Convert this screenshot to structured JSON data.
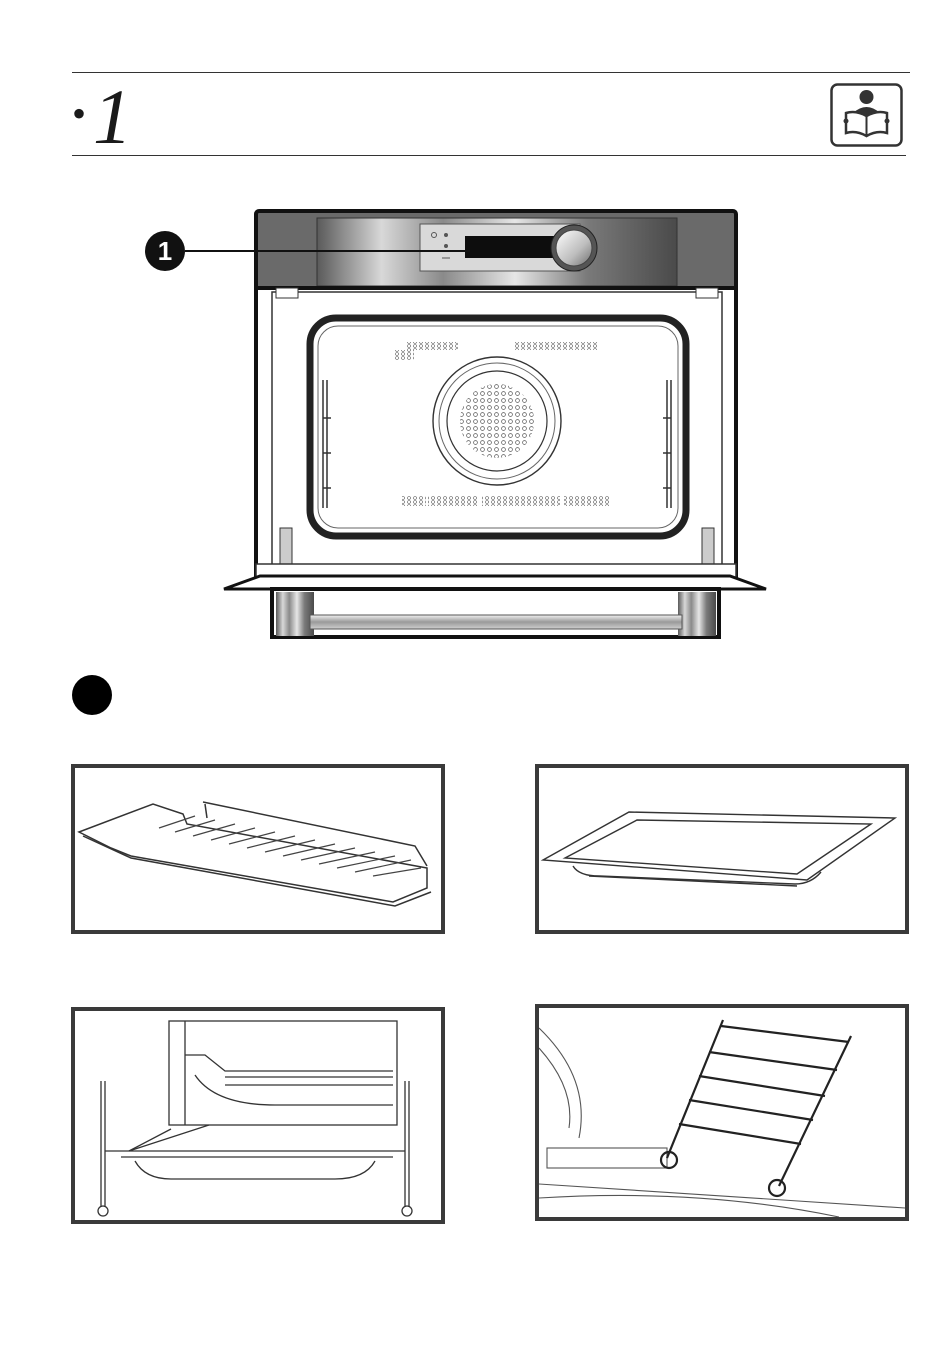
{
  "header": {
    "bullet": "•",
    "section_number": "1",
    "icon": "read-manual-icon"
  },
  "oven_diagram": {
    "callout_label": "1",
    "callout_target": "control-panel"
  },
  "accessories_section": {
    "badge_icon": "filled-circle-icon"
  },
  "panels": [
    {
      "icon": "wire-rack"
    },
    {
      "icon": "baking-tray"
    },
    {
      "icon": "tray-on-side-rails"
    },
    {
      "icon": "side-rail-ladder"
    }
  ],
  "colors": {
    "rule": "#333333",
    "frame": "#3a3a3a",
    "ink": "#111111"
  }
}
